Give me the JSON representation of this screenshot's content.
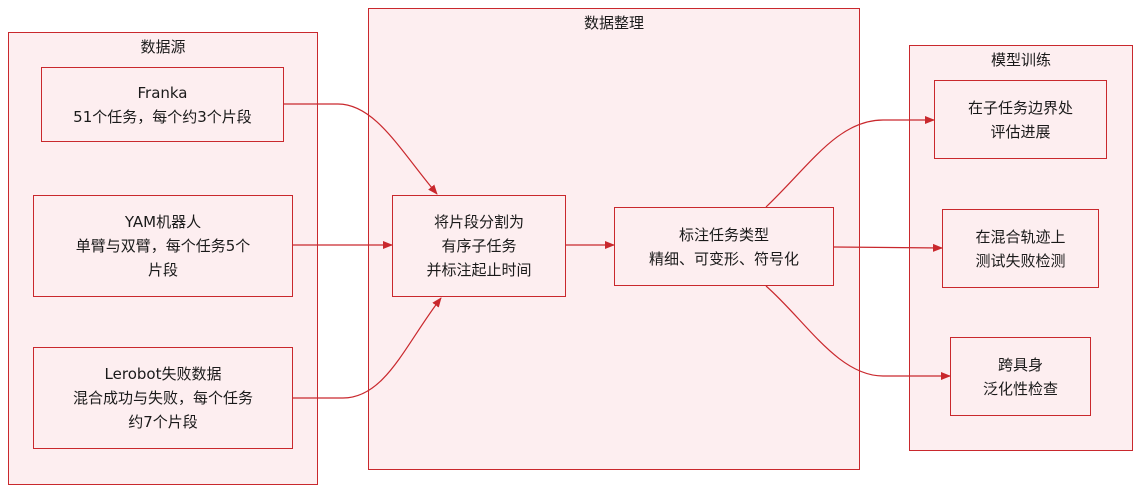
{
  "groups": {
    "sources": {
      "title": "数据源"
    },
    "processing": {
      "title": "数据整理"
    },
    "training": {
      "title": "模型训练"
    }
  },
  "nodes": {
    "franka": {
      "lines": [
        "Franka",
        "51个任务，每个约3个片段"
      ]
    },
    "yam": {
      "lines": [
        "YAM机器人",
        "单臂与双臂，每个任务5个",
        "片段"
      ]
    },
    "lerobot": {
      "lines": [
        "Lerobot失败数据",
        "混合成功与失败，每个任务",
        "约7个片段"
      ]
    },
    "segment": {
      "lines": [
        "将片段分割为",
        "有序子任务",
        "并标注起止时间"
      ]
    },
    "annotate": {
      "lines": [
        "标注任务类型",
        "精细、可变形、符号化"
      ]
    },
    "progress": {
      "lines": [
        "在子任务边界处",
        "评估进展"
      ]
    },
    "failure": {
      "lines": [
        "在混合轨迹上",
        "测试失败检测"
      ]
    },
    "cross": {
      "lines": [
        "跨具身",
        "泛化性检查"
      ]
    }
  },
  "colors": {
    "stroke": "#c9282d",
    "fill": "#fdeef0"
  }
}
